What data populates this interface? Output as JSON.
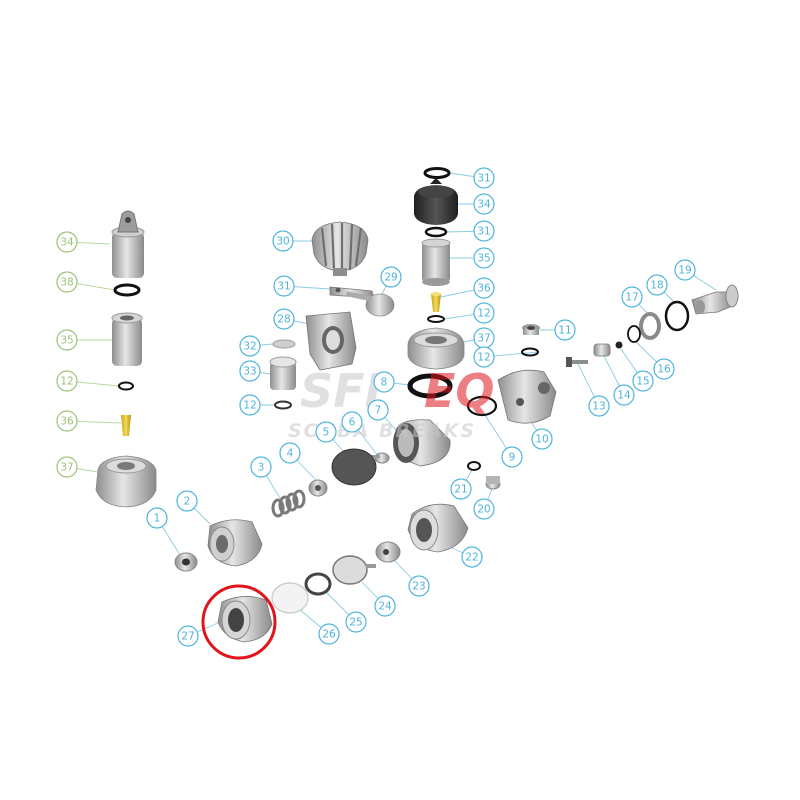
{
  "diagram": {
    "colors": {
      "callout_blue": "#4fb4dc",
      "callout_green": "#9cc27a",
      "highlight_red": "#e0151b",
      "part_gray": "#b9b9b9",
      "part_dark": "#3a3a3a",
      "accent_yellow": "#e8c62a"
    },
    "highlighted_part": "27",
    "callouts": [
      {
        "id": "c-31a",
        "number": "31",
        "color": "blue"
      },
      {
        "id": "c-34a",
        "number": "34",
        "color": "blue"
      },
      {
        "id": "c-31b",
        "number": "31",
        "color": "blue"
      },
      {
        "id": "c-35a",
        "number": "35",
        "color": "blue"
      },
      {
        "id": "c-36a",
        "number": "36",
        "color": "blue"
      },
      {
        "id": "c-12a",
        "number": "12",
        "color": "blue"
      },
      {
        "id": "c-37a",
        "number": "37",
        "color": "blue"
      },
      {
        "id": "c-12b",
        "number": "12",
        "color": "blue"
      },
      {
        "id": "c-11",
        "number": "11",
        "color": "blue"
      },
      {
        "id": "c-30",
        "number": "30",
        "color": "blue"
      },
      {
        "id": "c-29",
        "number": "29",
        "color": "blue"
      },
      {
        "id": "c-31c",
        "number": "31",
        "color": "blue"
      },
      {
        "id": "c-28",
        "number": "28",
        "color": "blue"
      },
      {
        "id": "c-32",
        "number": "32",
        "color": "blue"
      },
      {
        "id": "c-33",
        "number": "33",
        "color": "blue"
      },
      {
        "id": "c-12c",
        "number": "12",
        "color": "blue"
      },
      {
        "id": "c-8",
        "number": "8",
        "color": "blue"
      },
      {
        "id": "c-7",
        "number": "7",
        "color": "blue"
      },
      {
        "id": "c-6",
        "number": "6",
        "color": "blue"
      },
      {
        "id": "c-5",
        "number": "5",
        "color": "blue"
      },
      {
        "id": "c-10",
        "number": "10",
        "color": "blue"
      },
      {
        "id": "c-9",
        "number": "9",
        "color": "blue"
      },
      {
        "id": "c-19",
        "number": "19",
        "color": "blue"
      },
      {
        "id": "c-18",
        "number": "18",
        "color": "blue"
      },
      {
        "id": "c-17",
        "number": "17",
        "color": "blue"
      },
      {
        "id": "c-16",
        "number": "16",
        "color": "blue"
      },
      {
        "id": "c-15",
        "number": "15",
        "color": "blue"
      },
      {
        "id": "c-14",
        "number": "14",
        "color": "blue"
      },
      {
        "id": "c-13",
        "number": "13",
        "color": "blue"
      },
      {
        "id": "c-21",
        "number": "21",
        "color": "blue"
      },
      {
        "id": "c-20",
        "number": "20",
        "color": "blue"
      },
      {
        "id": "c-22",
        "number": "22",
        "color": "blue"
      },
      {
        "id": "c-23",
        "number": "23",
        "color": "blue"
      },
      {
        "id": "c-24",
        "number": "24",
        "color": "blue"
      },
      {
        "id": "c-25",
        "number": "25",
        "color": "blue"
      },
      {
        "id": "c-26",
        "number": "26",
        "color": "blue"
      },
      {
        "id": "c-27",
        "number": "27",
        "color": "blue"
      },
      {
        "id": "c-1",
        "number": "1",
        "color": "blue"
      },
      {
        "id": "c-2",
        "number": "2",
        "color": "blue"
      },
      {
        "id": "c-3",
        "number": "3",
        "color": "blue"
      },
      {
        "id": "c-4",
        "number": "4",
        "color": "blue"
      },
      {
        "id": "c-34b",
        "number": "34",
        "color": "green"
      },
      {
        "id": "c-38",
        "number": "38",
        "color": "green"
      },
      {
        "id": "c-35b",
        "number": "35",
        "color": "green"
      },
      {
        "id": "c-12d",
        "number": "12",
        "color": "green"
      },
      {
        "id": "c-36b",
        "number": "36",
        "color": "green"
      },
      {
        "id": "c-37b",
        "number": "37",
        "color": "green"
      }
    ],
    "watermark": {
      "line1a": "SFI",
      "line1b": "EQ",
      "line2": "SCUBA BREAKS"
    }
  }
}
